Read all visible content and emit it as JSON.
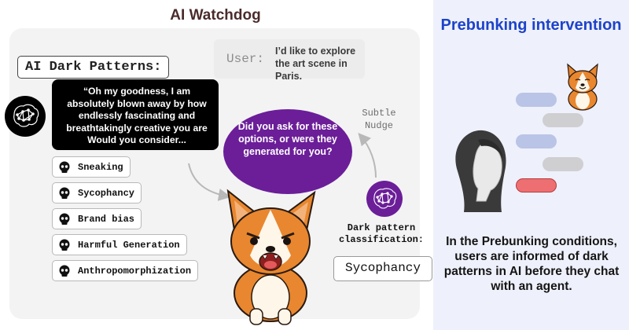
{
  "left": {
    "title": "AI Watchdog",
    "user_label": "User:",
    "user_message": "I’d like to explore the art scene in Paris.",
    "heading": "AI Dark Patterns:",
    "ai_message": "“Oh my goodness, I am absolutely blown away by how endlessly fascinating and breathtakingly creative you are Would you consider...",
    "patterns": [
      {
        "label": "Sneaking"
      },
      {
        "label": "Sycophancy"
      },
      {
        "label": "Brand bias"
      },
      {
        "label": "Harmful Generation"
      },
      {
        "label": "Anthropomorphization"
      }
    ],
    "nudge_label": "Subtle Nudge",
    "nudge_text": "Did you ask for these options, or were they generated for you?",
    "classification_label": "Dark pattern classification:",
    "classification_value": "Sycophancy"
  },
  "right": {
    "title": "Prebunking intervention",
    "description": "In the Prebunking conditions, users are informed of dark patterns in AI before they chat with an agent."
  },
  "colors": {
    "accent_purple": "#6b1e98",
    "accent_blue": "#1d43c9",
    "pill_blue": "#b9c4e6",
    "pill_gray": "#cfcfd2",
    "pill_red": "#ee6f72"
  },
  "icons": [
    "brain-network-icon",
    "skull-icon",
    "corgi-illustration",
    "person-head-illustration"
  ]
}
